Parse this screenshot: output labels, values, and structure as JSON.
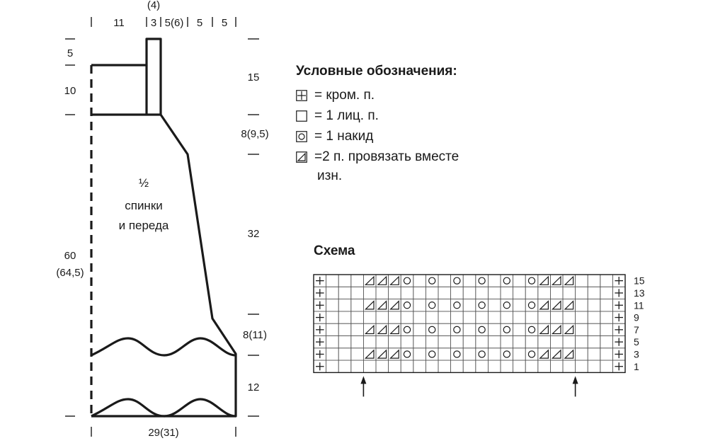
{
  "pattern": {
    "top_labels": [
      "11",
      "3",
      "5(6)",
      "5",
      "5"
    ],
    "top_note": "(4)",
    "left_labels": {
      "top": "5",
      "middle": "10",
      "bottom_a": "60",
      "bottom_b": "(64,5)"
    },
    "right_labels": [
      "15",
      "8(9,5)",
      "32",
      "8(11)",
      "12"
    ],
    "bottom_label": "29(31)",
    "center_fraction": "½",
    "center_line1": "спинки",
    "center_line2": "и переда"
  },
  "legend": {
    "title": "Условные обозначения:",
    "items": [
      {
        "symbol": "edge-stitch",
        "text": "= кром. п."
      },
      {
        "symbol": "knit-stitch",
        "text": "= 1 лиц. п."
      },
      {
        "symbol": "yarn-over",
        "text": "= 1 накид"
      },
      {
        "symbol": "k2tog",
        "text": "=2 п. провязать вместе"
      }
    ],
    "continuation": "изн."
  },
  "scheme": {
    "title": "Схема",
    "cols": 25,
    "rows": 8,
    "row_numbers": [
      "15",
      "13",
      "11",
      "9",
      "7",
      "5",
      "3",
      "1"
    ],
    "edge_cols": [
      0,
      24
    ],
    "triangle_cols": [
      4,
      5,
      6,
      18,
      19,
      20
    ],
    "yo_cols": [
      7,
      9,
      11,
      13,
      15,
      17
    ],
    "pattern_rows": [
      0,
      2,
      4,
      6
    ],
    "repeat_arrow_cols": [
      4,
      21
    ]
  }
}
